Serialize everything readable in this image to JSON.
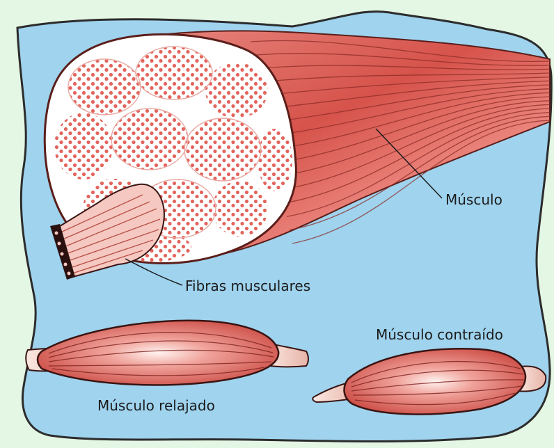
{
  "labels": {
    "muscle": "Músculo",
    "fibers": "Fibras musculares",
    "contracted": "Músculo contraído",
    "relaxed": "Músculo relajado"
  },
  "colors": {
    "page_background": "#e4f6e4",
    "water": "#9fd3ee",
    "muscle_red": "#d9564c",
    "muscle_light": "#f6c2b9",
    "tendon": "#f4d9cf",
    "fiber_dots": "#e3645c"
  }
}
